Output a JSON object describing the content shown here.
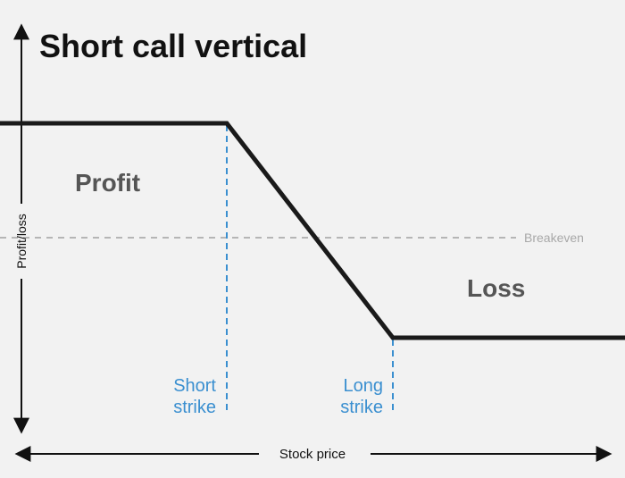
{
  "title": "Short call vertical",
  "axes": {
    "y_label": "Profit/loss",
    "x_label": "Stock price"
  },
  "regions": {
    "profit_label": "Profit",
    "loss_label": "Loss"
  },
  "breakeven": {
    "label": "Breakeven"
  },
  "strikes": {
    "short_line1": "Short",
    "short_line2": "strike",
    "long_line1": "Long",
    "long_line2": "strike"
  },
  "colors": {
    "background": "#f2f2f2",
    "payoff_line": "#1a1a1a",
    "strike_lines": "#3a8fd0",
    "breakeven_line": "#b5b5b5",
    "breakeven_text": "#a8a8a8",
    "region_text": "#555555",
    "title_text": "#111111"
  }
}
